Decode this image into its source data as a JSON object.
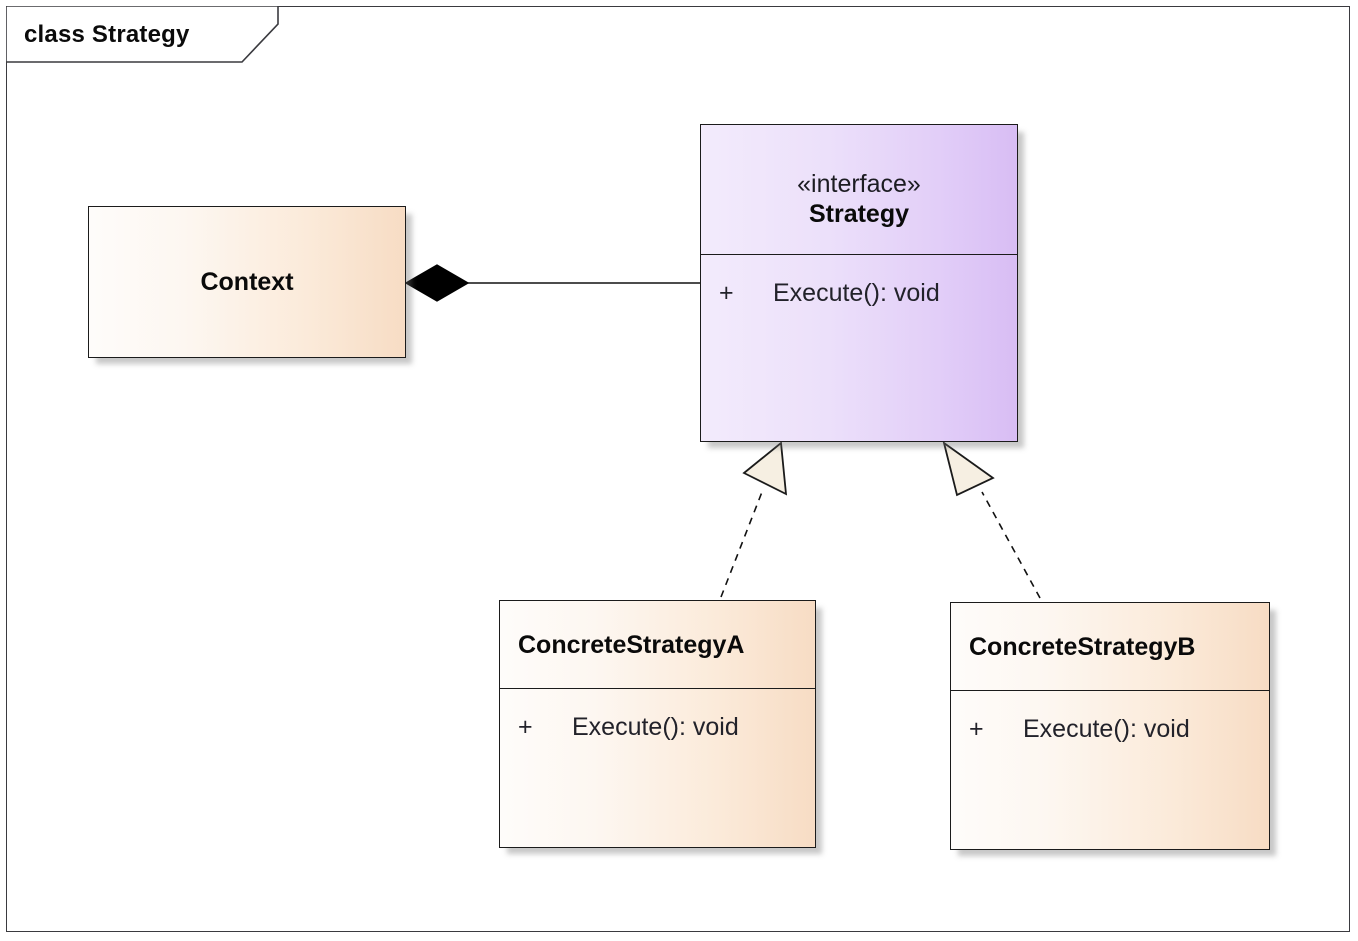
{
  "diagram": {
    "frame_label": "class Strategy",
    "kind": "uml-class-diagram",
    "background_color": "#ffffff",
    "frame_border_color": "#3a3a3f"
  },
  "classes": {
    "context": {
      "name": "Context",
      "fill_start": "#fefcfa",
      "fill_end": "#f7dcc4",
      "members": []
    },
    "strategy": {
      "stereotype": "«interface»",
      "name": "Strategy",
      "fill_start": "#f3ebfc",
      "fill_end": "#d8bdf4",
      "members": [
        {
          "visibility": "+",
          "signature": "Execute(): void"
        }
      ]
    },
    "concrete_a": {
      "name": "ConcreteStrategyA",
      "fill_start": "#fefcfa",
      "fill_end": "#f7dcc4",
      "members": [
        {
          "visibility": "+",
          "signature": "Execute(): void"
        }
      ]
    },
    "concrete_b": {
      "name": "ConcreteStrategyB",
      "fill_start": "#fefcfa",
      "fill_end": "#f7dcc4",
      "members": [
        {
          "visibility": "+",
          "signature": "Execute(): void"
        }
      ]
    }
  },
  "relationships": [
    {
      "id": "context-strategy",
      "type": "composition",
      "source": "Context",
      "target": "Strategy",
      "line_style": "solid",
      "source_marker": "filled-diamond",
      "target_marker": "none"
    },
    {
      "id": "concretea-strategy",
      "type": "realization",
      "source": "ConcreteStrategyA",
      "target": "Strategy",
      "line_style": "dashed",
      "source_marker": "none",
      "target_marker": "hollow-triangle"
    },
    {
      "id": "concreteb-strategy",
      "type": "realization",
      "source": "ConcreteStrategyB",
      "target": "Strategy",
      "line_style": "dashed",
      "source_marker": "none",
      "target_marker": "hollow-triangle"
    }
  ],
  "colors": {
    "line": "#111111",
    "diamond_fill": "#000000",
    "triangle_fill": "#f6efe2",
    "shadow": "#bcbcbc"
  }
}
